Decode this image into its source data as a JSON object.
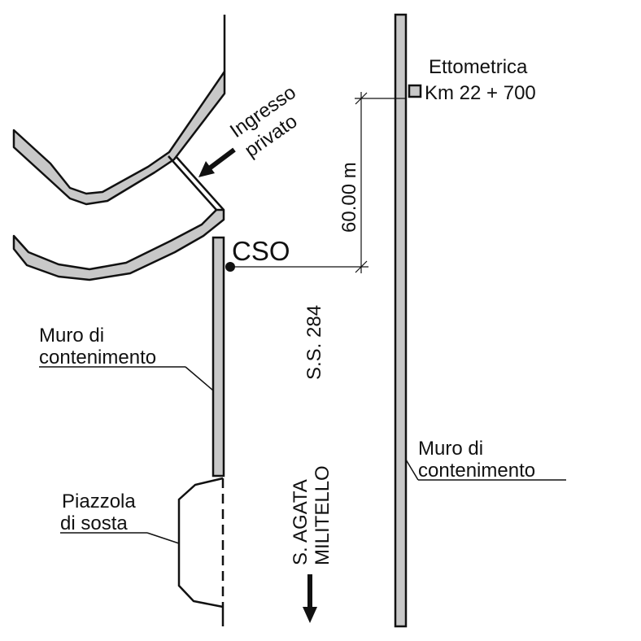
{
  "labels": {
    "ettometrica_line1": "Ettometrica",
    "ettometrica_line2": "Km 22 + 700",
    "ingresso_line1": "Ingresso",
    "ingresso_line2": "privato",
    "distance": "60.00 m",
    "cso": "CSO",
    "road": "S.S. 284",
    "muro_left_line1": "Muro di",
    "muro_left_line2": "contenimento",
    "muro_right_line1": "Muro di",
    "muro_right_line2": "contenimento",
    "piazzola_line1": "Piazzola",
    "piazzola_line2": "di sosta",
    "direction_line1": "S. AGATA",
    "direction_line2": "MILITELLO"
  },
  "colors": {
    "wall_fill": "#c8c8c8",
    "line": "#111111"
  }
}
